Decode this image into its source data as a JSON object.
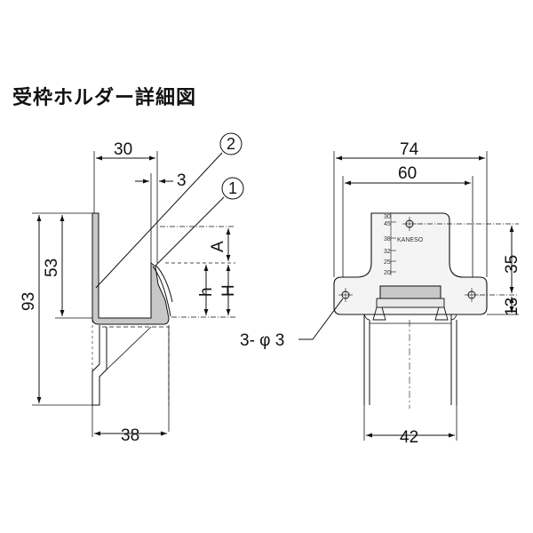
{
  "title": "受枠ホルダー詳細図",
  "side_view": {
    "dims": {
      "width_top": "30",
      "thickness": "3",
      "height_total": "93",
      "height_53": "53",
      "A": "A",
      "h": "h",
      "H": "H",
      "width_bottom": "38"
    },
    "callouts": {
      "c1": "1",
      "c2": "2"
    }
  },
  "front_view": {
    "dims": {
      "width_74": "74",
      "width_60": "60",
      "height_35": "35",
      "height_13": "13",
      "width_42": "42"
    },
    "hole_label": "3- φ 3",
    "scale_marks": [
      "30",
      "45",
      "38",
      "32",
      "25",
      "20"
    ],
    "brand": "KANESO"
  }
}
